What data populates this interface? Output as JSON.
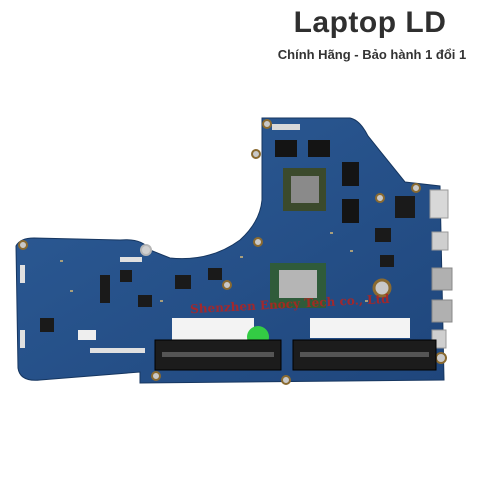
{
  "header": {
    "title": "Laptop LD",
    "subtitle": "Chính Hãng - Bảo hành 1 đổi 1"
  },
  "photo": {
    "subject": "laptop-motherboard",
    "watermark": "Shenzhen Enocy Tech co., Ltd"
  },
  "colors": {
    "pcb": "#29558e",
    "pcb_dark": "#1d3f6e",
    "title": "#2f2f2f",
    "watermark": "#b7221e"
  }
}
